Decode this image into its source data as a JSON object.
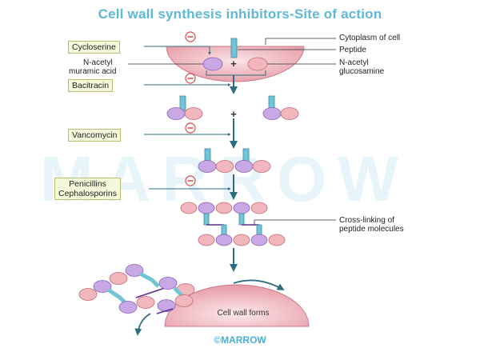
{
  "title": "Cell wall synthesis inhibitors-Site of action",
  "watermark": "MARROW",
  "footer": "©MARROW",
  "drugs": {
    "cycloserine": "Cycloserine",
    "bacitracin": "Bacitracin",
    "vancomycin": "Vancomycin",
    "penicillins": "Penicillins",
    "cephalosporins": "Cephalosporins"
  },
  "labels": {
    "cytoplasm": "Cytoplasm of cell",
    "peptide": "Peptide",
    "nam_line1": "N-acetyl",
    "nam_line2": "muramic acid",
    "nag_line1": "N-acetyl",
    "nag_line2": "glucosamine",
    "crosslink_line1": "Cross-linking of",
    "crosslink_line2": "peptide molecules",
    "cell_wall": "Cell wall forms"
  },
  "symbols": {
    "plus": "+",
    "minus": "−"
  },
  "colors": {
    "title": "#5fb8d8",
    "nam": "#c9a8e6",
    "nag": "#f1b7bd",
    "peptide": "#74c4d8",
    "arrow": "#2f6d80",
    "cytoplasm": "#e9a8b2",
    "inhibit": "#d94a4a"
  }
}
